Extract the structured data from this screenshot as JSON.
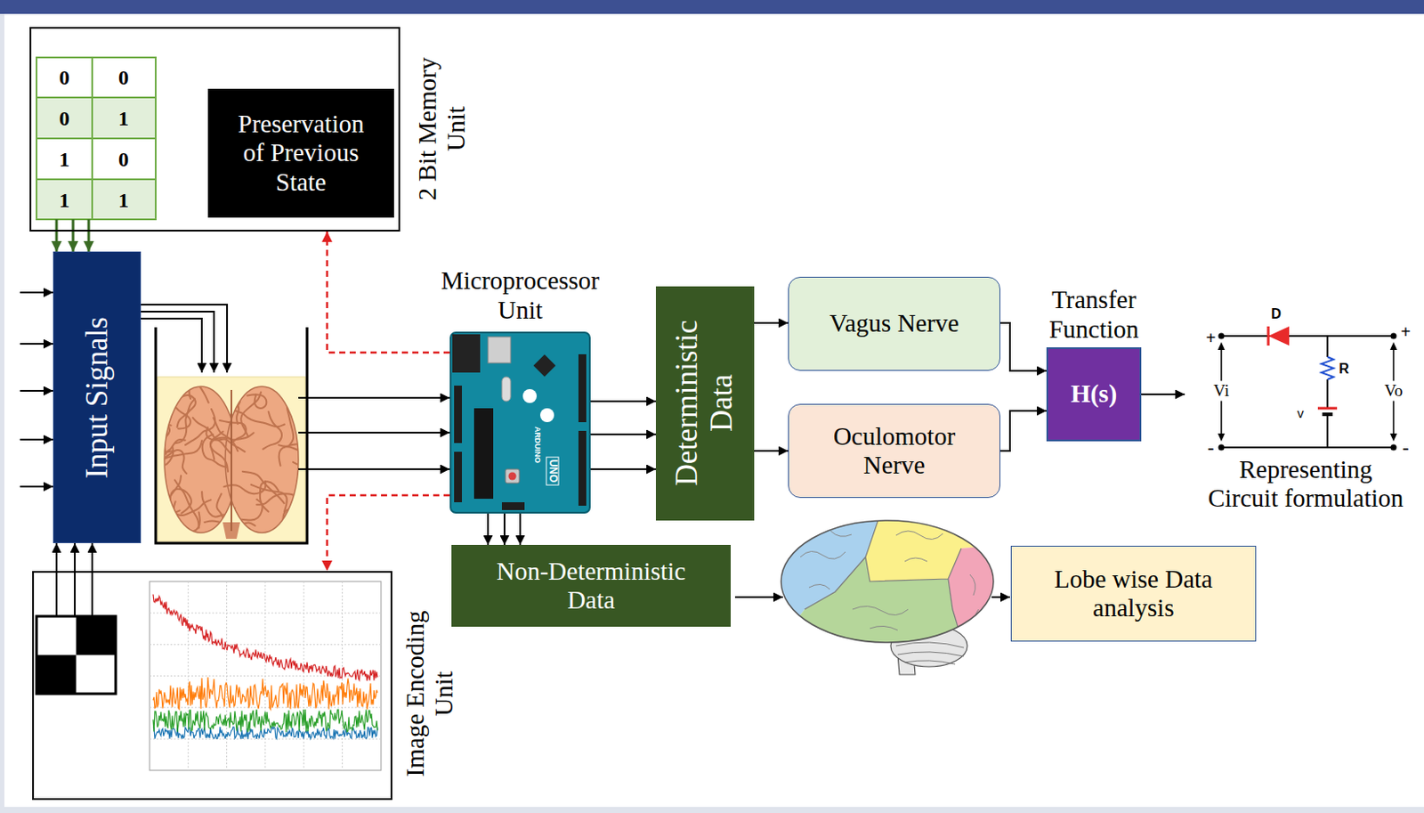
{
  "diagram": {
    "nodes": [
      {
        "text": [
          "2 Bit Memory Unit"
        ]
      },
      {
        "text": [
          "Preservation of Previous State"
        ],
        "in": 0
      },
      {
        "text": [
          "Input Signals"
        ]
      },
      {
        "text": [
          "Microprocessor Unit"
        ]
      },
      {
        "text": [
          "Deterministic Data"
        ]
      },
      {
        "text": [
          "Vagus Nerve"
        ]
      },
      {
        "text": [
          "Oculomotor Nerve"
        ]
      },
      {
        "text": [
          "Transfer Function",
          "H(s)"
        ]
      },
      {
        "text": [
          "Representing Circuit formulation"
        ]
      },
      {
        "text": [
          "Non-Deterministic Data"
        ]
      },
      {
        "text": [
          "Lobe wise Data analysis"
        ]
      },
      {
        "text": [
          "Image Encoding Unit"
        ]
      }
    ],
    "edges": [
      {
        "from": 0,
        "to": 2,
        "arrow": "to"
      },
      {
        "from": 0,
        "to": 2,
        "arrow": "to"
      },
      {
        "from": 0,
        "to": 2,
        "arrow": "to"
      },
      {
        "from": 11,
        "to": 2,
        "arrow": "to"
      },
      {
        "from": 11,
        "to": 2,
        "arrow": "to"
      },
      {
        "from": 11,
        "to": 2,
        "arrow": "to"
      },
      {
        "from": 3,
        "to": 0,
        "arrow": "to"
      },
      {
        "from": 3,
        "to": 11,
        "arrow": "to"
      },
      {
        "from": 3,
        "to": 4,
        "arrow": "to"
      },
      {
        "from": 3,
        "to": 4,
        "arrow": "to"
      },
      {
        "from": 3,
        "to": 4,
        "arrow": "to"
      },
      {
        "from": 3,
        "to": 9,
        "arrow": "to"
      },
      {
        "from": 3,
        "to": 9,
        "arrow": "to"
      },
      {
        "from": 3,
        "to": 9,
        "arrow": "to"
      },
      {
        "from": 4,
        "to": 5,
        "arrow": "to"
      },
      {
        "from": 4,
        "to": 6,
        "arrow": "to"
      },
      {
        "from": 5,
        "to": 7,
        "arrow": "to"
      },
      {
        "from": 6,
        "to": 7,
        "arrow": "to"
      },
      {
        "from": 7,
        "to": 8,
        "arrow": "to"
      }
    ],
    "labels": [
      "0",
      "0",
      "0",
      "1",
      "1",
      "0",
      "1",
      "1",
      "ARDUINO",
      "UNO",
      "+",
      "D",
      "+",
      "R",
      "Vi",
      "v",
      "Vo",
      "-",
      "-"
    ]
  }
}
